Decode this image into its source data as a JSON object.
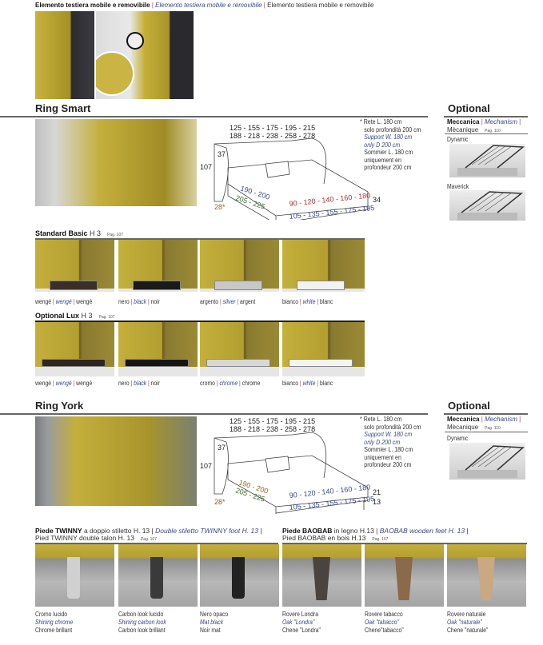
{
  "headboard_caption": {
    "it": "Elemento testiera mobile e removibile",
    "en": "Elemento testiera mobile e removibile",
    "fr": "Elemento testiera mobile e removibile"
  },
  "ring_smart": {
    "title": "Ring Smart",
    "optional_title": "Optional",
    "mechanism": {
      "it": "Meccanica",
      "en": "Mechanism",
      "fr": "Mècanique",
      "pag": "Pag. 110",
      "options": [
        "Dynamic",
        "Maverick"
      ]
    },
    "dims": {
      "widths_top": "125 - 155 - 175 - 195 - 215",
      "widths_total": "188 - 218 - 238 - 258 - 278",
      "height": "107",
      "headboard_depth": "37",
      "base": "28*",
      "length": "190 - 200",
      "length_total": "205 - 225",
      "mattress": "90 - 120 - 140 - 160 - 180",
      "bed_width": "105 - 135 - 155 - 175 - 195",
      "side": "34"
    },
    "note": {
      "l1": "Rete L. 180 cm",
      "l2": "solo profondità 200 cm",
      "l3": "Support W. 180 cm",
      "l4": "only D 200 cm",
      "l5": "Sommier L. 180 cm",
      "l6": "uniquement en",
      "l7": "profondeur 200 cm"
    },
    "standard_basic": {
      "label": "Standard Basic",
      "h": "H 3",
      "pag": "Pag. 107",
      "items": [
        {
          "it": "wengé",
          "en": "wengé",
          "fr": "wengé",
          "color": "#3a2e28"
        },
        {
          "it": "nero",
          "en": "black",
          "fr": "noir",
          "color": "#1a1a1a"
        },
        {
          "it": "argento",
          "en": "silver",
          "fr": "argent",
          "color": "#c8c8c8"
        },
        {
          "it": "bianco",
          "en": "white",
          "fr": "blanc",
          "color": "#f2f2f2"
        }
      ]
    },
    "optional_lux": {
      "label": "Optional Lux",
      "h": "H 3",
      "pag": "Pag. 107",
      "items": [
        {
          "it": "wengé",
          "en": "wengé",
          "fr": "wengé",
          "color": "#2e2622"
        },
        {
          "it": "nero",
          "en": "black",
          "fr": "noir",
          "color": "#151515"
        },
        {
          "it": "cromo",
          "en": "chrome",
          "fr": "chrome",
          "color": "#d8d8d8"
        },
        {
          "it": "bianco",
          "en": "white",
          "fr": "blanc",
          "color": "#f4f4f4"
        }
      ]
    }
  },
  "ring_york": {
    "title": "Ring York",
    "optional_title": "Optional",
    "mechanism": {
      "it": "Meccanica",
      "en": "Mechanism",
      "fr": "Mècanique",
      "pag": "Pag. 110",
      "options": [
        "Dynamic"
      ]
    },
    "dims": {
      "widths_top": "125 - 155 - 175 - 195 - 215",
      "widths_total": "188 - 218 - 238 - 258 - 278",
      "height": "107",
      "headboard_depth": "37",
      "base": "28*",
      "length": "190 - 200",
      "length_total": "205 - 225",
      "mattress": "90 - 120 - 140 - 160 - 180",
      "bed_width": "105 - 135 - 155 - 175 - 195",
      "side": "21",
      "foot": "13"
    },
    "note": {
      "l1": "Rete L. 180 cm",
      "l2": "solo profondità 200 cm",
      "l3": "Support W. 180 cm",
      "l4": "only D 200 cm",
      "l5": "Sommier L. 180 cm",
      "l6": "uniquement en",
      "l7": "profondeur 200 cm"
    }
  },
  "twinny": {
    "bold": "Piede TWINNY",
    "it": "a doppio stiletto H. 13",
    "en": "Double stiletto TWINNY foot H. 13",
    "fr": "Pied TWINNY double talon H. 13",
    "pag": "Pag. 107",
    "items": [
      {
        "it": "Cromo lucido",
        "en": "Shining chrome",
        "fr": "Chrome brillant",
        "color": "#d0d0d0"
      },
      {
        "it": "Carbon look lucido",
        "en": "Shining carbon look",
        "fr": "Carbon look brillant",
        "color": "#3a3a3a"
      },
      {
        "it": "Nero opaco",
        "en": "Mat black",
        "fr": "Noir mat",
        "color": "#222"
      }
    ]
  },
  "baobab": {
    "bold": "Piede BAOBAB",
    "it": "in legno H.13",
    "en": "BAOBAB wooden feet H. 13",
    "fr": "Pied BAOBAB en bois H.13",
    "pag": "Pag. 107",
    "items": [
      {
        "it": "Rovere Londra",
        "en": "Oak \"Londra\"",
        "fr": "Chene \"Londra\"",
        "color": "#4a4440"
      },
      {
        "it": "Rovere tabacco",
        "en": "Oak \"tabacco\"",
        "fr": "Chene\"tabacco\"",
        "color": "#8a6a4a"
      },
      {
        "it": "Rovere naturale",
        "en": "Oak \"naturale\"",
        "fr": "Chene \"naturale\"",
        "color": "#c9a882"
      }
    ]
  }
}
